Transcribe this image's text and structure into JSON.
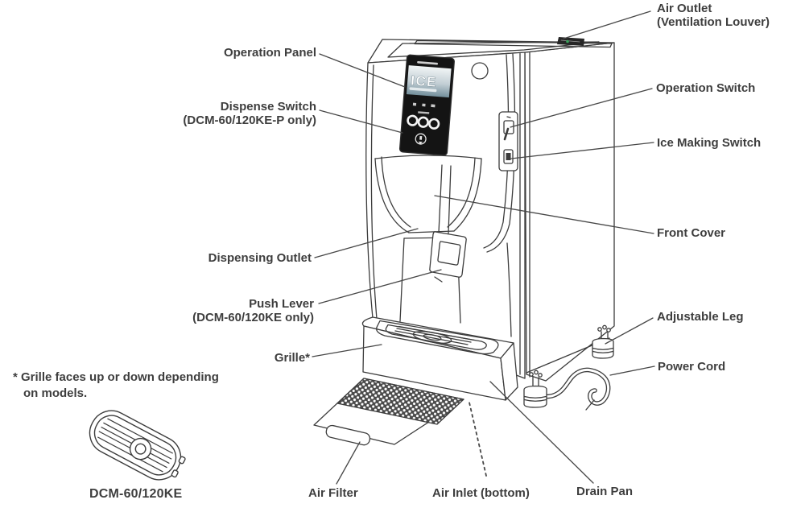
{
  "diagram": {
    "labels": {
      "air_outlet": "Air Outlet\n(Ventilation Louver)",
      "operation_panel": "Operation Panel",
      "dispense_switch": "Dispense Switch\n(DCM-60/120KE-P only)",
      "operation_switch": "Operation Switch",
      "ice_making_switch": "Ice Making Switch",
      "front_cover": "Front Cover",
      "dispensing_outlet": "Dispensing Outlet",
      "push_lever": "Push Lever\n(DCM-60/120KE only)",
      "grille": "Grille*",
      "adjustable_leg": "Adjustable Leg",
      "power_cord": "Power Cord",
      "drain_pan": "Drain Pan",
      "air_inlet": "Air Inlet (bottom)",
      "air_filter": "Air Filter"
    },
    "panel": {
      "ice_text": "ICE"
    },
    "footnote": {
      "line1": "* Grille faces up or down depending",
      "line2": "on models."
    },
    "model_caption": "DCM-60/120KE",
    "colors": {
      "line": "#3c3c3c",
      "text": "#3e3e3e",
      "panel_bg": "#141414",
      "indicator_green": "#3aa55c"
    }
  }
}
